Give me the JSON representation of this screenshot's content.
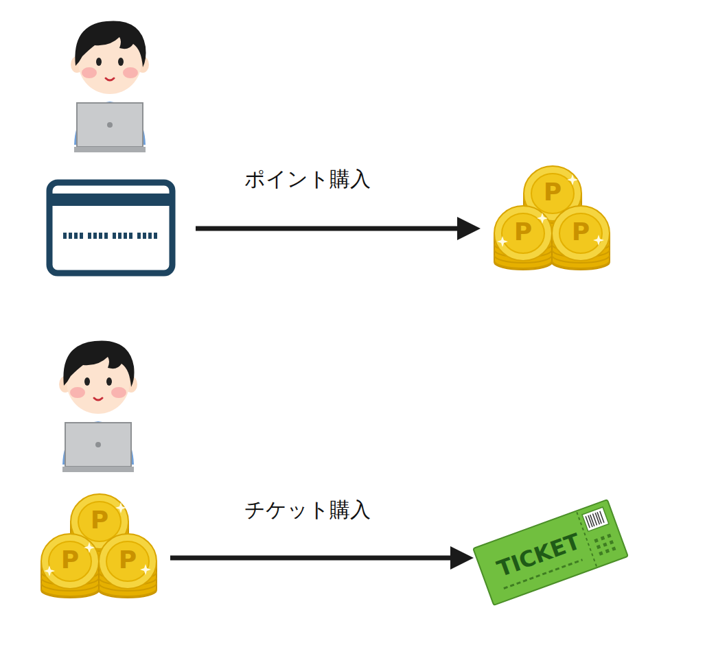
{
  "diagram": {
    "labels": [
      "ポイント購入",
      "P",
      "P",
      "P",
      "チケット購入",
      "P",
      "P",
      "P",
      "TICKET"
    ]
  }
}
